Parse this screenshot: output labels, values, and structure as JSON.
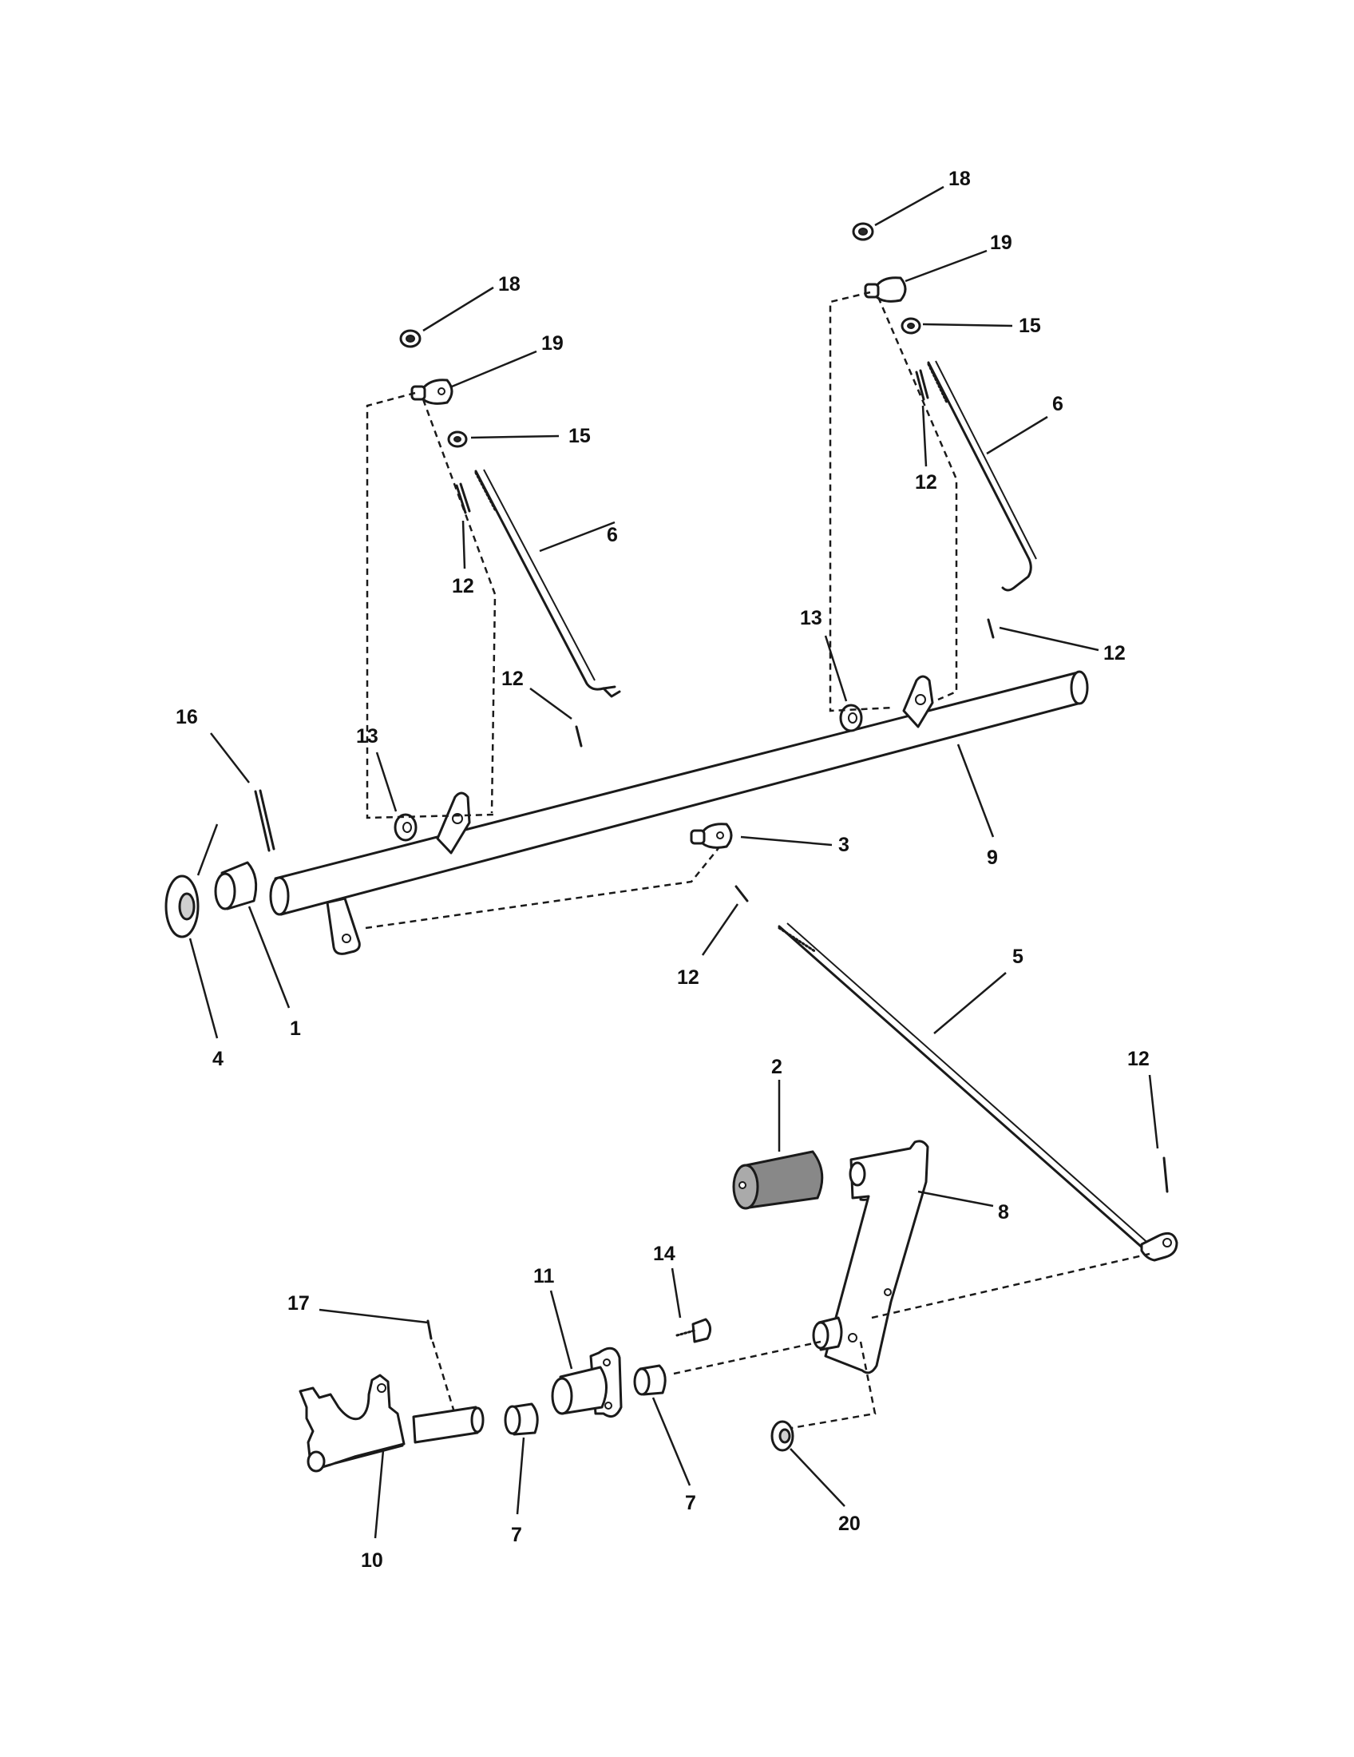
{
  "diagram": {
    "callouts": {
      "c1": "1",
      "c2": "2",
      "c3": "3",
      "c4": "4",
      "c5": "5",
      "c6a": "6",
      "c6b": "6",
      "c7a": "7",
      "c7b": "7",
      "c8": "8",
      "c9": "9",
      "c10": "10",
      "c11": "11",
      "c12a": "12",
      "c12b": "12",
      "c12c": "12",
      "c12d": "12",
      "c12e": "12",
      "c12f": "12",
      "c13a": "13",
      "c13b": "13",
      "c14": "14",
      "c15a": "15",
      "c15b": "15",
      "c16": "16",
      "c17": "17",
      "c18a": "18",
      "c18b": "18",
      "c19a": "19",
      "c19b": "19",
      "c20": "20"
    }
  }
}
